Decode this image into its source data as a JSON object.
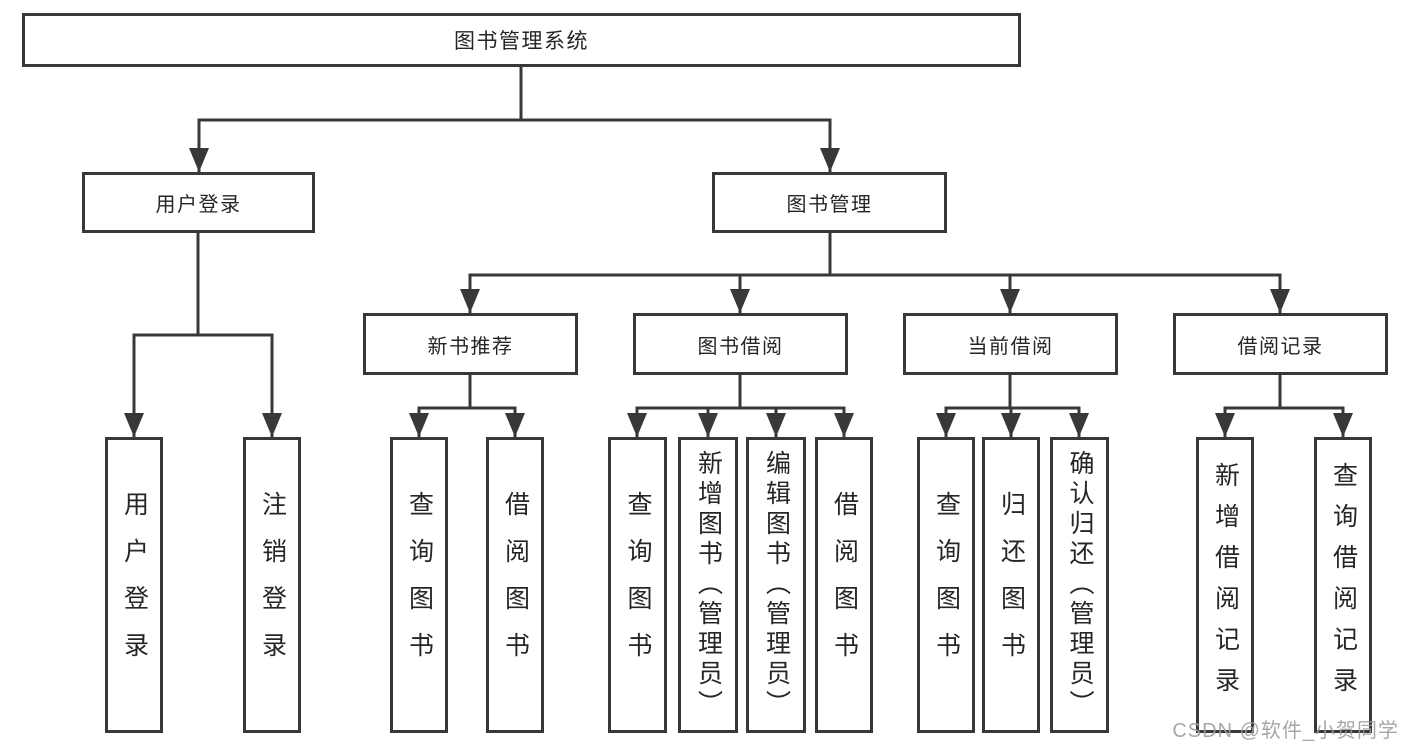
{
  "colors": {
    "line": "#383838",
    "box_border": "#383838",
    "text": "#262626",
    "background": "#ffffff",
    "watermark": "#9e9e9e"
  },
  "watermark": {
    "text": "CSDN @软件_小贺同学"
  },
  "tree": {
    "label": "图书管理系统",
    "children": [
      {
        "label": "用户登录",
        "children": [
          {
            "label": "用户登录"
          },
          {
            "label": "注销登录"
          }
        ]
      },
      {
        "label": "图书管理",
        "children": [
          {
            "label": "新书推荐",
            "children": [
              {
                "label": "查询图书"
              },
              {
                "label": "借阅图书"
              }
            ]
          },
          {
            "label": "图书借阅",
            "children": [
              {
                "label": "查询图书"
              },
              {
                "label": "新增图书（管理员）"
              },
              {
                "label": "编辑图书（管理员）"
              },
              {
                "label": "借阅图书"
              }
            ]
          },
          {
            "label": "当前借阅",
            "children": [
              {
                "label": "查询图书"
              },
              {
                "label": "归还图书"
              },
              {
                "label": "确认归还（管理员）"
              }
            ]
          },
          {
            "label": "借阅记录",
            "children": [
              {
                "label": "新增借阅记录"
              },
              {
                "label": "查询借阅记录"
              }
            ]
          }
        ]
      }
    ]
  }
}
